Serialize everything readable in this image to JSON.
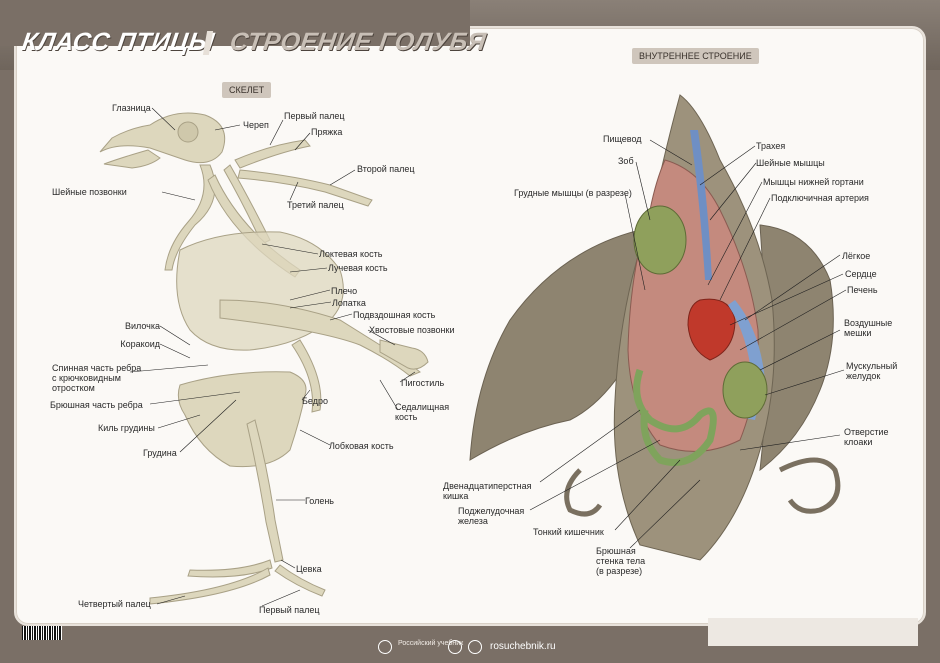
{
  "header": {
    "title": "КЛАСС ПТИЦЫ",
    "subtitle": "СТРОЕНИЕ ГОЛУБЯ"
  },
  "sections": {
    "skeleton": "СКЕЛЕТ",
    "internal": "ВНУТРЕННЕЕ СТРОЕНИЕ"
  },
  "skeleton_labels": {
    "orbit": "Глазница",
    "skull": "Череп",
    "first_finger": "Первый палец",
    "wrist": "Пряжка",
    "second_finger": "Второй палец",
    "neck_vertebrae": "Шейные позвонки",
    "third_finger": "Третий палец",
    "ulna": "Локтевая кость",
    "radius": "Лучевая кость",
    "humerus": "Плечо",
    "scapula": "Лопатка",
    "ilium": "Подвздошная кость",
    "tail_vertebrae": "Хвостовые позвонки",
    "furcula": "Вилочка",
    "coracoid": "Коракоид",
    "rib_dorsal": "Спинная часть ребра\nс крючковидным\nотростком",
    "pygostyle": "Пигостиль",
    "femur": "Бедро",
    "rib_ventral": "Брюшная часть ребра",
    "ischium": "Седалищная\nкость",
    "keel": "Киль грудины",
    "pubis": "Лобковая кость",
    "sternum": "Грудина",
    "tibia": "Голень",
    "tarsus": "Цевка",
    "fourth_toe": "Четвертый палец",
    "first_toe": "Первый палец"
  },
  "internal_labels": {
    "esophagus": "Пищевод",
    "trachea": "Трахея",
    "crop": "Зоб",
    "neck_muscles": "Шейные мышцы",
    "breast_muscles": "Грудные мышцы (в разрезе)",
    "syrinx_muscles": "Мышцы нижней гортани",
    "subclavian": "Подключичная артерия",
    "lung": "Лёгкое",
    "heart": "Сердце",
    "liver": "Печень",
    "air_sacs": "Воздушные\nмешки",
    "gizzard": "Мускульный\nжелудок",
    "cloaca": "Отверстие\nклоаки",
    "duodenum": "Двенадцатиперстная\nкишка",
    "pancreas": "Поджелудочная\nжелеза",
    "small_intestine": "Тонкий кишечник",
    "body_wall": "Брюшная\nстенка тела\n(в разрезе)"
  },
  "footer": {
    "site": "rosuchebnik.ru",
    "publisher": "Российский учебник"
  },
  "colors": {
    "banner": "#7a6f66",
    "panel": "#fbf9f6",
    "bone": "#ddd7bd",
    "feather": "#8e8470",
    "muscle": "#b8645a",
    "vessel": "#6f8fc4"
  }
}
